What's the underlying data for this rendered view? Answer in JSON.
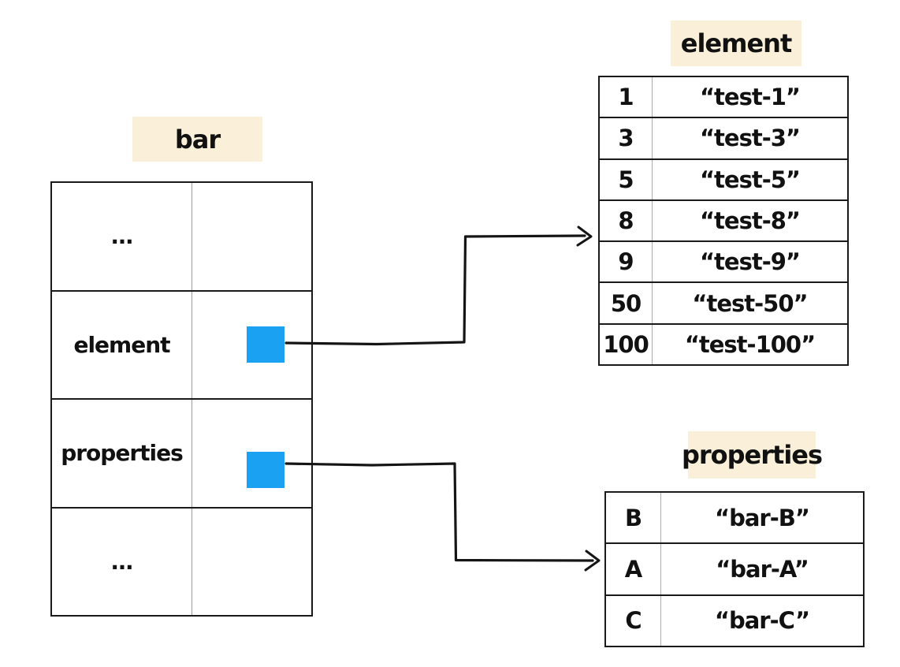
{
  "bar_table": {
    "title": "bar",
    "rows": [
      {
        "key": "…",
        "has_pointer": false
      },
      {
        "key": "element",
        "has_pointer": true
      },
      {
        "key": "properties",
        "has_pointer": true
      },
      {
        "key": "…",
        "has_pointer": false
      }
    ]
  },
  "element_table": {
    "title": "element",
    "rows": [
      {
        "key": "1",
        "value": "“test-1”"
      },
      {
        "key": "3",
        "value": "“test-3”"
      },
      {
        "key": "5",
        "value": "“test-5”"
      },
      {
        "key": "8",
        "value": "“test-8”"
      },
      {
        "key": "9",
        "value": "“test-9”"
      },
      {
        "key": "50",
        "value": "“test-50”"
      },
      {
        "key": "100",
        "value": "“test-100”"
      }
    ]
  },
  "properties_table": {
    "title": "properties",
    "rows": [
      {
        "key": "B",
        "value": "“bar-B”"
      },
      {
        "key": "A",
        "value": "“bar-A”"
      },
      {
        "key": "C",
        "value": "“bar-C”"
      }
    ]
  },
  "colors": {
    "pointer": "#1BA1F2",
    "label_bg": "#FAEFD9",
    "border": "#1a1a1a"
  }
}
